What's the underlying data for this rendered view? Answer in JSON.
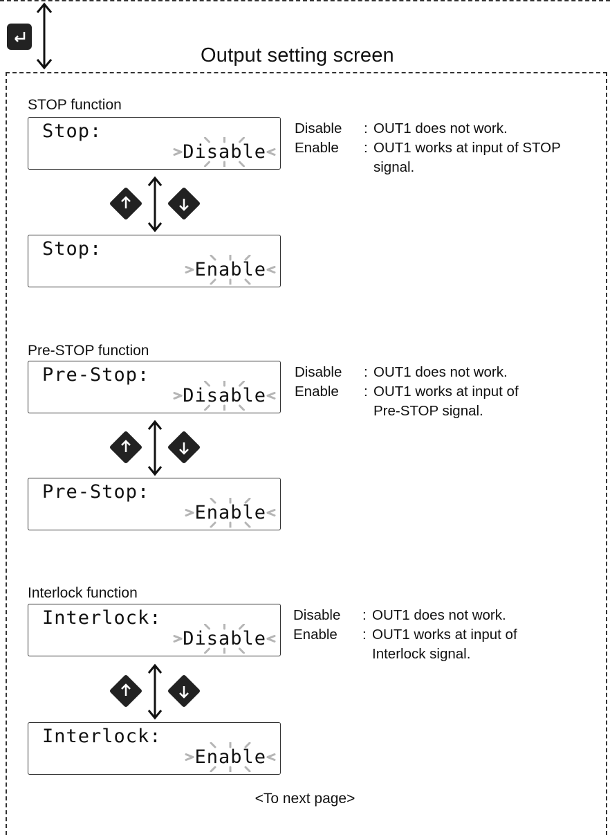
{
  "header": {
    "title": "Output setting screen",
    "enter_icon": "enter-key-icon"
  },
  "sections": [
    {
      "label": "STOP function",
      "screen_disable": {
        "line1": "Stop:",
        "line2": "Disable"
      },
      "screen_enable": {
        "line1": "Stop:",
        "line2": "Enable"
      },
      "desc": [
        {
          "key": "Disable",
          "text": "OUT1 does not work."
        },
        {
          "key": "Enable",
          "text": "OUT1 works at input of STOP",
          "cont": "signal."
        }
      ]
    },
    {
      "label": "Pre-STOP function",
      "screen_disable": {
        "line1": "Pre-Stop:",
        "line2": "Disable"
      },
      "screen_enable": {
        "line1": "Pre-Stop:",
        "line2": "Enable"
      },
      "desc": [
        {
          "key": "Disable",
          "text": "OUT1 does not work."
        },
        {
          "key": "Enable",
          "text": "OUT1 works at input of",
          "cont": "Pre-STOP signal."
        }
      ]
    },
    {
      "label": "Interlock function",
      "screen_disable": {
        "line1": "Interlock:",
        "line2": "Disable"
      },
      "screen_enable": {
        "line1": "Interlock:",
        "line2": "Enable"
      },
      "desc": [
        {
          "key": "Disable",
          "text": "OUT1 does not work."
        },
        {
          "key": "Enable",
          "text": "OUT1 works at input of",
          "cont": "Interlock signal."
        }
      ]
    }
  ],
  "footer": {
    "next": "<To next page>"
  },
  "icons": {
    "up": "up-key-icon",
    "down": "down-key-icon",
    "arrow": "double-arrow-icon"
  },
  "colors": {
    "key_fill": "#222222",
    "line": "#333333",
    "sparkle": "#b5b5b5"
  }
}
